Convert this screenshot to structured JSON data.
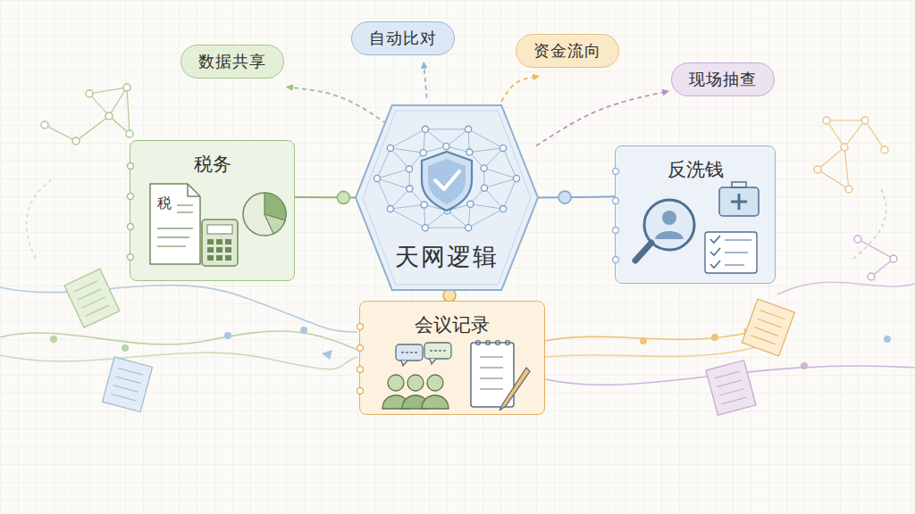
{
  "diagram": {
    "nodes": [
      {
        "text": [
          "数据共享"
        ]
      },
      {
        "text": [
          "自动比对"
        ]
      },
      {
        "text": [
          "资金流向"
        ]
      },
      {
        "text": [
          "现场抽查"
        ]
      },
      {
        "text": [
          "税务"
        ]
      },
      {
        "text": [
          "天网逻辑"
        ]
      },
      {
        "text": [
          "反洗钱"
        ]
      },
      {
        "text": [
          "会议记录"
        ]
      }
    ],
    "edges": [
      {
        "from": 5,
        "to": 0,
        "arrow": "to"
      },
      {
        "from": 5,
        "to": 1,
        "arrow": "to"
      },
      {
        "from": 5,
        "to": 2,
        "arrow": "to"
      },
      {
        "from": 5,
        "to": 3,
        "arrow": "to"
      },
      {
        "from": 5,
        "to": 4,
        "arrow": "none"
      },
      {
        "from": 5,
        "to": 6,
        "arrow": "none"
      },
      {
        "from": 5,
        "to": 7,
        "arrow": "none"
      }
    ],
    "labels": [
      "税"
    ]
  }
}
